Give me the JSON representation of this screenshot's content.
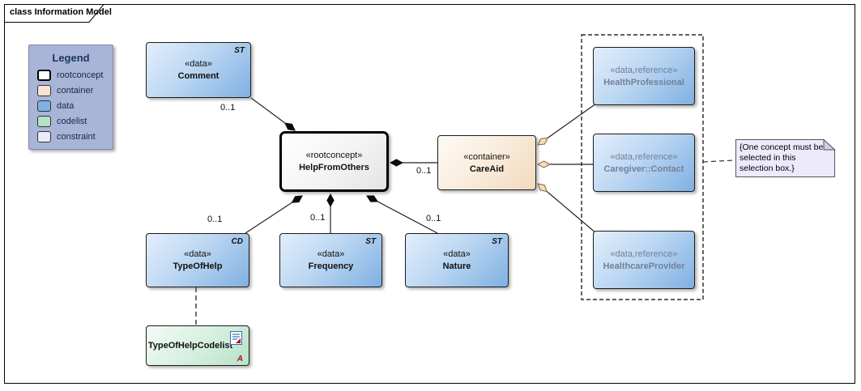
{
  "diagram": {
    "title": "class Information Model"
  },
  "legend": {
    "title": "Legend",
    "items": [
      {
        "label": "rootconcept",
        "color": "#ffffff"
      },
      {
        "label": "container",
        "color": "#f8e3d0"
      },
      {
        "label": "data",
        "color": "#7fb2e5"
      },
      {
        "label": "codelist",
        "color": "#b3e0c6"
      },
      {
        "label": "constraint",
        "color": "#eaeafa"
      }
    ]
  },
  "nodes": {
    "comment": {
      "stereotype": "«data»",
      "name": "Comment",
      "type_tag": "ST"
    },
    "help_from_others": {
      "stereotype": "«rootconcept»",
      "name": "HelpFromOthers"
    },
    "care_aid": {
      "stereotype": "«container»",
      "name": "CareAid"
    },
    "health_professional": {
      "stereotype": "«data,reference»",
      "name": "HealthProfessional"
    },
    "caregiver_contact": {
      "stereotype": "«data,reference»",
      "name": "Caregiver::Contact"
    },
    "healthcare_provider": {
      "stereotype": "«data,reference»",
      "name": "HealthcareProvider"
    },
    "type_of_help": {
      "stereotype": "«data»",
      "name": "TypeOfHelp",
      "type_tag": "CD"
    },
    "frequency": {
      "stereotype": "«data»",
      "name": "Frequency",
      "type_tag": "ST"
    },
    "nature": {
      "stereotype": "«data»",
      "name": "Nature",
      "type_tag": "ST"
    },
    "type_of_help_codelist": {
      "name": "TypeOfHelpCodelist",
      "letter_marker": "A"
    }
  },
  "multiplicities": {
    "comment": "0..1",
    "care_aid": "0..1",
    "type_of_help": "0..1",
    "frequency": "0..1",
    "nature": "0..1"
  },
  "note": {
    "text": "{One concept must be selected in this selection box.}"
  },
  "colors": {
    "data_fill": "#7fb2e5",
    "container_fill": "#f8e3d0",
    "codelist_fill": "#b3e0c6",
    "constraint_fill": "#eaeafa",
    "legend_bg": "#a9b5d6",
    "reference_text_color": "#71809b",
    "aggregation_diamond_fill": "#f5ddba"
  }
}
